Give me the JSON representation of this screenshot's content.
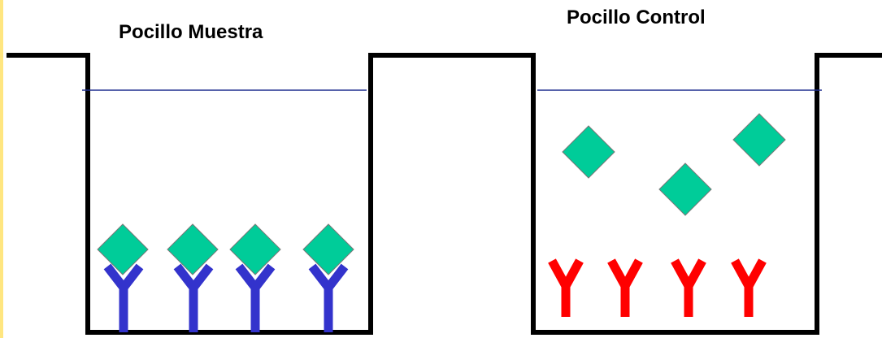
{
  "wells": {
    "sample": {
      "title": "Pocillo Muestra"
    },
    "control": {
      "title": "Pocillo Control"
    }
  },
  "colors": {
    "outline": "#000000",
    "liquid_line": "#1f2f8f",
    "antigen_fill": "#00cc99",
    "antigen_stroke": "#777777",
    "sample_antibody": "#3333cc",
    "control_antibody": "#ff0000",
    "page_stripe": "#ffe680"
  },
  "icons": {
    "antigen": "green-diamond",
    "antibody": "y-shaped-antibody"
  }
}
